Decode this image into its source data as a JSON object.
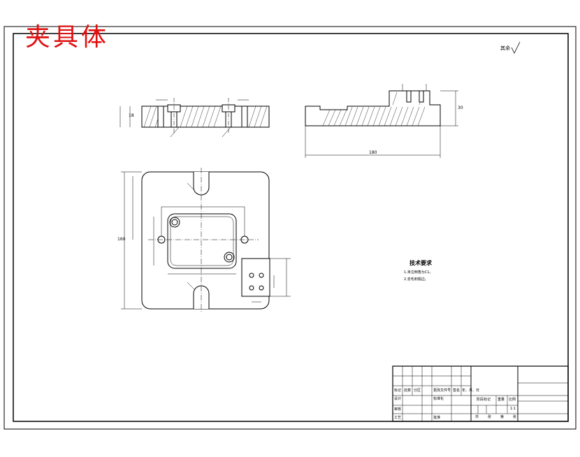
{
  "title": "夹具体",
  "roughness_note": "其余",
  "tech_requirements": {
    "heading": "技术要求",
    "items": [
      "1.未注倒角为C1。",
      "2.去毛刺锐边。"
    ]
  },
  "dims": {
    "overall_length": "180",
    "height_right": "30",
    "plan_height": "160",
    "side_depth": "18"
  },
  "title_block": {
    "row_labels": [
      "标记",
      "处数",
      "分区",
      "更改文件号",
      "签名",
      "年、月、日"
    ],
    "design": "设计",
    "standard": "标准化",
    "review": "审核",
    "process": "工艺",
    "approve": "批准",
    "stage_mark": "阶段标记",
    "weight": "重量",
    "scale": "比例",
    "scale_value": "1:1",
    "sheets": [
      "共",
      "张",
      "第",
      "张"
    ]
  }
}
